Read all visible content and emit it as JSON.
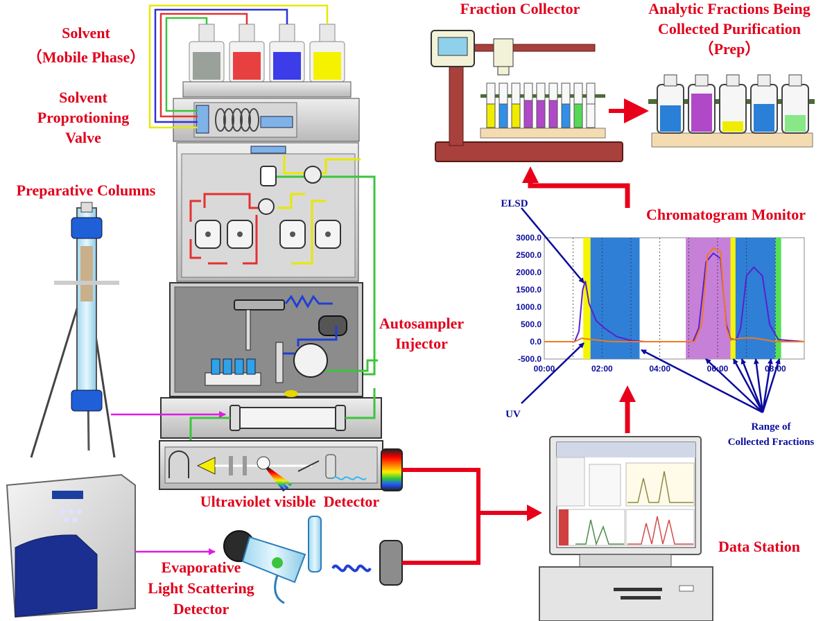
{
  "labels": {
    "solvent": "Solvent",
    "mobile_phase": "（Mobile Phase）",
    "valve_1": "Solvent",
    "valve_2": "Proprotioning",
    "valve_3": "Valve",
    "prep_columns": "Preparative Columns",
    "autosampler_1": "Autosampler",
    "autosampler_2": "Injector",
    "uv_detector": "Ultraviolet visible  Detector",
    "elsd_1": "Evaporative",
    "elsd_2": "Light Scattering",
    "elsd_3": "Detector",
    "fraction_collector": "Fraction Collector",
    "analytic_1": "Analytic Fractions Being",
    "analytic_2": "Collected Purification",
    "analytic_3": "（Prep）",
    "chromatogram_monitor": "Chromatogram Monitor",
    "data_station": "Data Station",
    "elsd_annot": "ELSD",
    "uv_annot": "UV",
    "range_1": "Range of",
    "range_2": "Collected Fractions"
  },
  "colors": {
    "label_red": "#e0001b",
    "arrow_red": "#e8001a",
    "annotation_blue": "#0b0b9c",
    "pointer_magenta": "#e01ae0"
  },
  "icons": [
    "solvent-bottle-icon",
    "pump-head-icon",
    "valve-icon",
    "column-icon",
    "detector-icon",
    "monitor-icon",
    "computer-icon"
  ],
  "chart_data": {
    "type": "line",
    "ylim": [
      -500,
      3000
    ],
    "xlim": [
      0,
      9
    ],
    "yticks": [
      "3000.0",
      "2500.0",
      "2000.0",
      "1500.0",
      "1000.0",
      "500.0",
      "0.0",
      "-500.0"
    ],
    "xticks": [
      "00:00",
      "02:00",
      "04:00",
      "06:00",
      "08:00"
    ],
    "fraction_ranges": [
      {
        "color": "#f5f500",
        "x": [
          1.35,
          1.6
        ]
      },
      {
        "color": "#2f7fd6",
        "x": [
          1.6,
          3.3
        ]
      },
      {
        "color": "#c680d8",
        "x": [
          4.9,
          6.45
        ]
      },
      {
        "color": "#f5f500",
        "x": [
          6.45,
          6.62
        ]
      },
      {
        "color": "#2f7fd6",
        "x": [
          6.62,
          8.0
        ]
      },
      {
        "color": "#55e055",
        "x": [
          8.0,
          8.2
        ]
      }
    ],
    "series": [
      {
        "values": [
          [
            0,
            0
          ],
          [
            1.05,
            0
          ],
          [
            1.2,
            300
          ],
          [
            1.33,
            1500
          ],
          [
            1.42,
            1750
          ],
          [
            1.55,
            1100
          ],
          [
            1.8,
            600
          ],
          [
            2.1,
            380
          ],
          [
            2.5,
            150
          ],
          [
            3,
            30
          ],
          [
            3.5,
            0
          ],
          [
            5.15,
            0
          ],
          [
            5.35,
            400
          ],
          [
            5.6,
            2300
          ],
          [
            5.85,
            2550
          ],
          [
            6.1,
            2400
          ],
          [
            6.3,
            500
          ],
          [
            6.45,
            80
          ],
          [
            6.65,
            60
          ],
          [
            6.8,
            400
          ],
          [
            7.0,
            1900
          ],
          [
            7.25,
            2150
          ],
          [
            7.55,
            1900
          ],
          [
            7.8,
            500
          ],
          [
            8.1,
            60
          ],
          [
            9,
            0
          ]
        ]
      },
      {
        "values": [
          [
            0,
            0
          ],
          [
            1.05,
            0
          ],
          [
            1.3,
            100
          ],
          [
            1.45,
            80
          ],
          [
            1.7,
            60
          ],
          [
            2.2,
            10
          ],
          [
            2.6,
            0
          ],
          [
            5.2,
            0
          ],
          [
            5.45,
            500
          ],
          [
            5.65,
            2500
          ],
          [
            5.85,
            2700
          ],
          [
            6.1,
            2600
          ],
          [
            6.3,
            400
          ],
          [
            6.45,
            50
          ],
          [
            6.8,
            100
          ],
          [
            7.2,
            110
          ],
          [
            7.6,
            60
          ],
          [
            8,
            0
          ],
          [
            9,
            0
          ]
        ]
      }
    ]
  }
}
